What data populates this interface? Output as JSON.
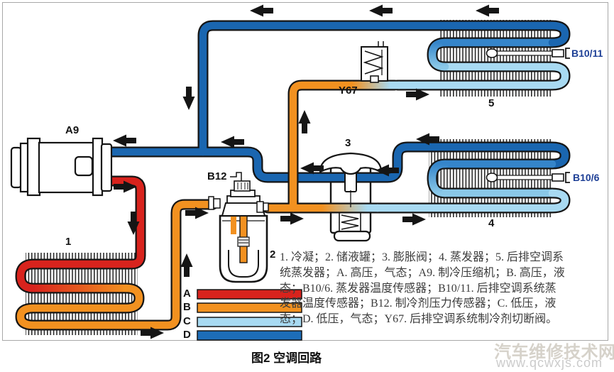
{
  "figure_title": "图2 空调回路",
  "watermark": {
    "site_name": "汽车维修技术网",
    "site_url": "www.qcwxjs.com"
  },
  "diagram": {
    "components": {
      "compressor": {
        "id_label": "A9"
      },
      "condenser": {
        "num_label": "1"
      },
      "receiver_drier": {
        "num_label": "2"
      },
      "pressure_sensor": {
        "id_label": "B12"
      },
      "expansion_valve": {
        "num_label": "3"
      },
      "evaporator": {
        "num_label": "4"
      },
      "evaporator_temp_sensor": {
        "id_label": "B10/6"
      },
      "rear_evaporator": {
        "num_label": "5"
      },
      "rear_evaporator_temp_sensor": {
        "id_label": "B10/11"
      },
      "rear_shutoff_valve": {
        "id_label": "Y67"
      }
    },
    "pipe_colors": {
      "high_pressure_gas": "#d8231d",
      "high_pressure_liquid": "#f29120",
      "low_pressure_liquid": "#a8daf2",
      "low_pressure_gas": "#1d6db8"
    },
    "color_key": {
      "items": [
        {
          "key": "A",
          "color": "#d8231d"
        },
        {
          "key": "B",
          "color": "#f29120"
        },
        {
          "key": "C",
          "color": "#a8daf2"
        },
        {
          "key": "D",
          "color": "#1d6db8"
        }
      ]
    },
    "caption_lines": [
      "1. 冷凝；2. 储液罐；3. 膨胀阀；4. 蒸发器；5. 后排空调系",
      "统蒸发器；A. 高压，气态；A9. 制冷压缩机；B. 高压，液",
      "态；B10/6. 蒸发器温度传感器；B10/11. 后排空调系统蒸",
      "发器温度传感器；B12. 制冷剂压力传感器；C. 低压，液",
      "态；D. 低压，气态；Y67. 后排空调系统制冷剂切断阀。"
    ]
  }
}
